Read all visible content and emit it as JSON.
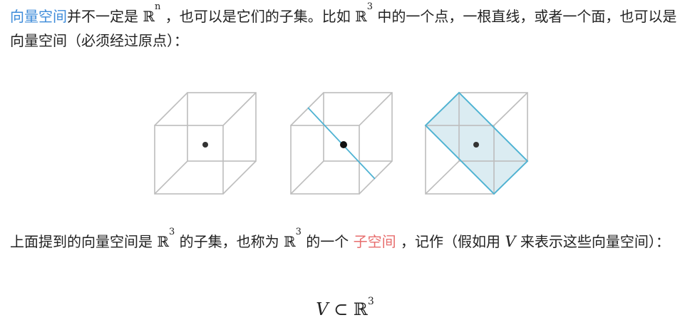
{
  "para1": {
    "term": "向量空间",
    "text_a": "并不一定是 ",
    "rn": "ℝ",
    "rn_exp": "n",
    "text_b": " ，也可以是它们的子集。比如 ",
    "r3": "ℝ",
    "r3_exp": "3",
    "text_c": " 中的一个点，一根直线，或者一个面，也可以是向量空间（必须经过原点）："
  },
  "para2": {
    "text_a": "上面提到的向量空间是 ",
    "r3a": "ℝ",
    "r3a_exp": "3",
    "text_b": " 的子集，也称为 ",
    "r3b": "ℝ",
    "r3b_exp": "3",
    "text_c": " 的一个 ",
    "subspace": "子空间",
    "text_d": " ，记作（假如用 ",
    "v": "V",
    "text_e": " 来表示这些向量空间）："
  },
  "formula": {
    "v": "V",
    "subset": "⊂",
    "r": "ℝ",
    "exp": "3"
  },
  "colors": {
    "link_blue": "#3d8bd9",
    "link_red": "#e76d6d",
    "cube_edge": "#bdbdbd",
    "plane_fill": "#cfe6ee",
    "plane_edge": "#4fb3d3",
    "line": "#4fb3d3"
  }
}
